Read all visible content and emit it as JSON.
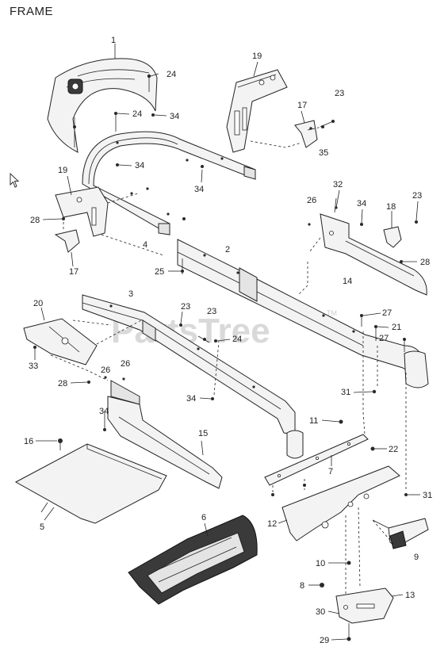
{
  "title": "FRAME",
  "watermark": "PartsTree",
  "watermark_tm": "TM",
  "labels": {
    "p1": "1",
    "p2": "2",
    "p3": "3",
    "p4": "4",
    "p5": "5",
    "p6": "6",
    "p7": "7",
    "p8": "8",
    "p9": "9",
    "p10": "10",
    "p11": "11",
    "p12": "12",
    "p13": "13",
    "p14": "14",
    "p15": "15",
    "p16": "16",
    "p17a": "17",
    "p17b": "17",
    "p18": "18",
    "p19a": "19",
    "p19b": "19",
    "p20": "20",
    "p21": "21",
    "p22": "22",
    "p23a": "23",
    "p23b": "23",
    "p23c": "23",
    "p23d": "23",
    "p24a": "24",
    "p24b": "24",
    "p24c": "24",
    "p25": "25",
    "p26a": "26",
    "p26b": "26",
    "p26c": "26",
    "p27a": "27",
    "p27b": "27",
    "p28a": "28",
    "p28b": "28",
    "p28c": "28",
    "p29": "29",
    "p30": "30",
    "p31a": "31",
    "p31b": "31",
    "p32": "32",
    "p33": "33",
    "p34a": "34",
    "p34b": "34",
    "p34c": "34",
    "p34d": "34",
    "p34e": "34",
    "p34f": "34",
    "p35": "35"
  }
}
